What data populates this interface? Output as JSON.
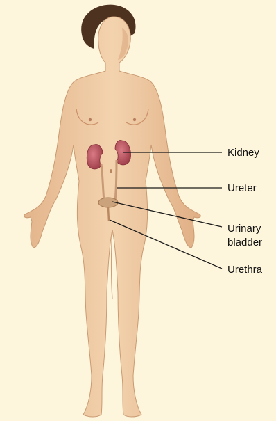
{
  "labels": {
    "kidney": "Kidney",
    "ureter": "Ureter",
    "bladder_line1": "Urinary",
    "bladder_line2": "bladder",
    "urethra": "Urethra"
  },
  "colors": {
    "background": "#fef6dc",
    "skin": "#eec9a1",
    "skin_shadow": "#d9a67c",
    "hair": "#4e3220",
    "kidney": "#b04a55",
    "bladder": "#caa27b",
    "leader_line": "#1a1a1a",
    "text": "#111111"
  }
}
